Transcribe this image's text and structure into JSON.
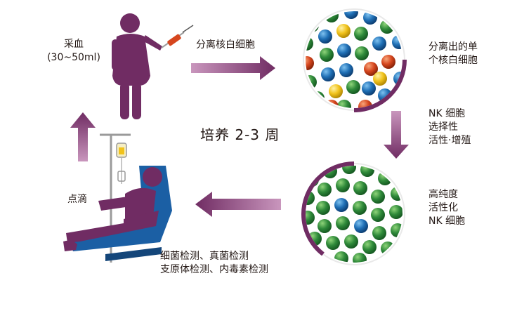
{
  "labels": {
    "blood_draw": "采血\n(30~50ml)",
    "separate_mononuclear": "分离核白细胞",
    "isolated_cells": "分离出的单\n个核白细胞",
    "nk_selection": "NK 细胞\n选择性\n活性·增殖",
    "culture_period": "培养 2-3 周",
    "high_purity": "高纯度\n活性化\nNK 细胞",
    "tests": "细菌检测、真菌检测\n支原体检测、内毒素检测",
    "infusion": "点滴"
  },
  "colors": {
    "purple": "#702c63",
    "purple_dark": "#4e1a43",
    "arrow_light": "#a7679a",
    "cell_green": "#2f8a3a",
    "cell_blue": "#1f6fb5",
    "cell_red": "#d6461e",
    "cell_yellow": "#f1c31c",
    "chair_blue": "#1b5fa4"
  },
  "icons": [
    "person-blood-draw-icon",
    "syringe-icon",
    "iv-drip-stand-icon",
    "patient-chair-icon",
    "cell-dish-icon"
  ]
}
